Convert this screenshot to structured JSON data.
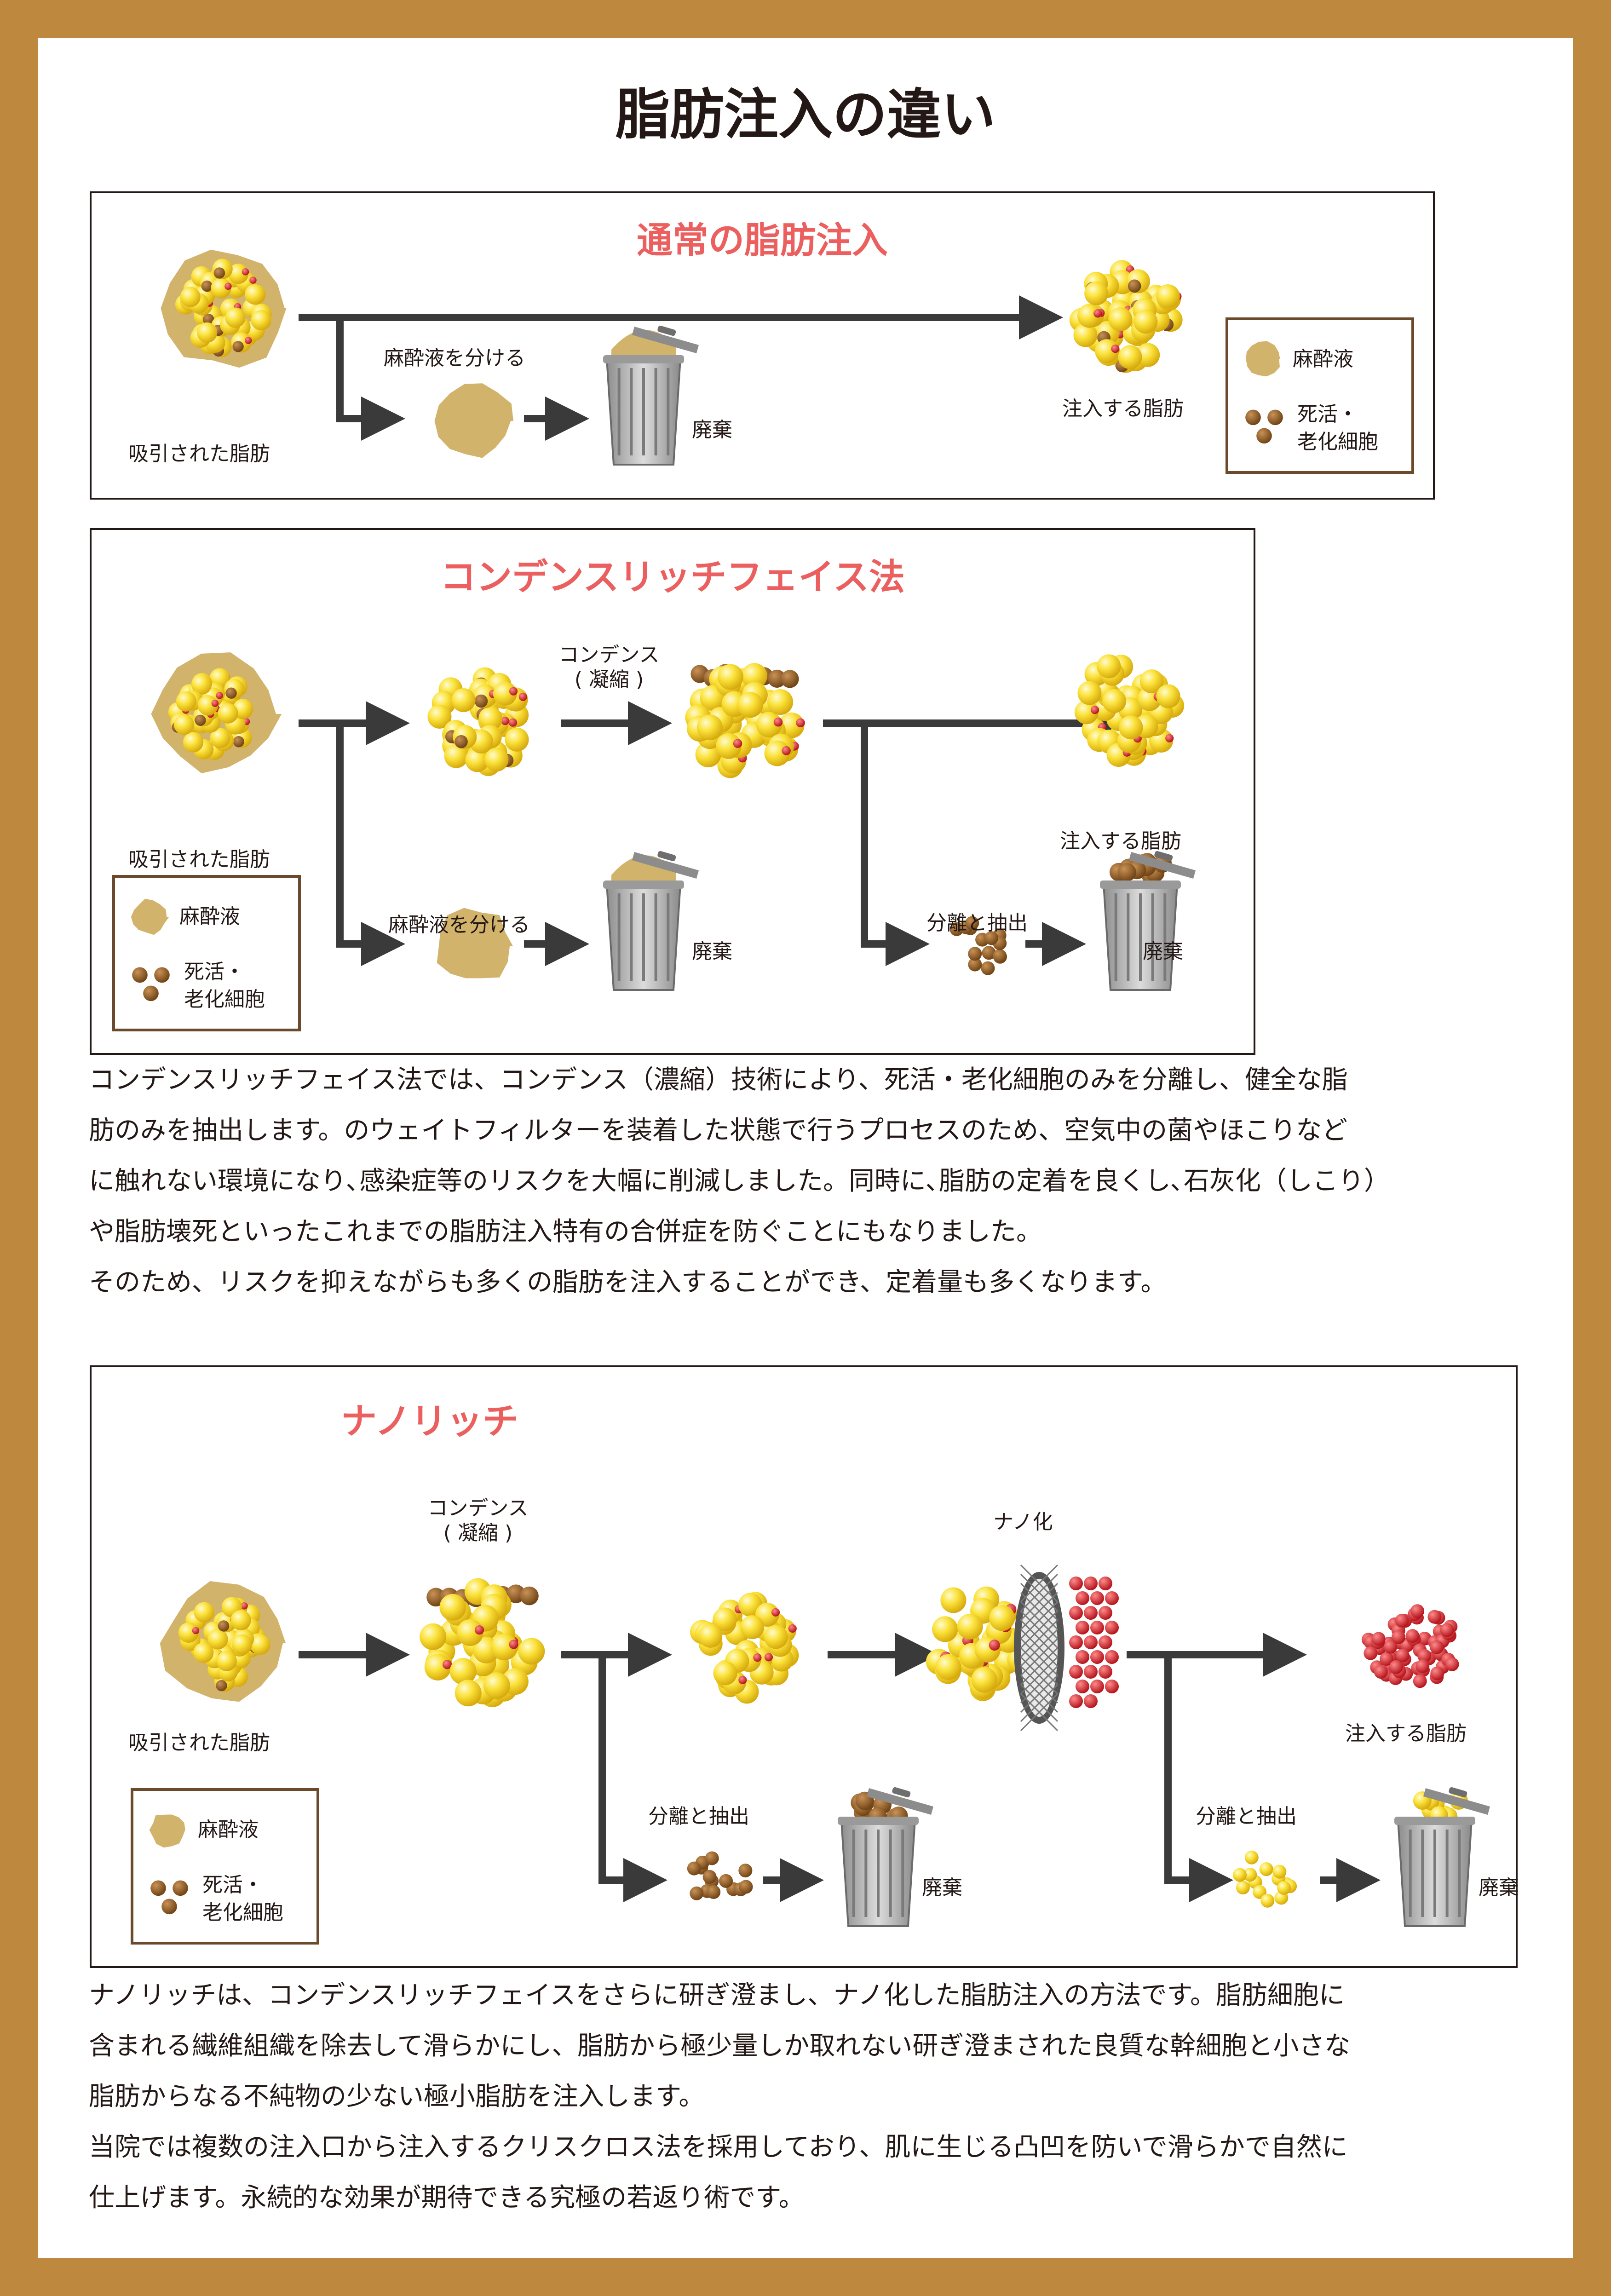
{
  "title": "脂肪注入の違い",
  "legend": {
    "anesthetic": "麻酔液",
    "dead_cells": "死活・\n老化細胞"
  },
  "section1": {
    "title": "通常の脂肪注入",
    "aspirated": "吸引された脂肪",
    "separate": "麻酔液を分ける",
    "discard": "廃棄",
    "inject": "注入する脂肪"
  },
  "section2": {
    "title": "コンデンスリッチフェイス法",
    "aspirated": "吸引された脂肪",
    "condense": "コンデンス\n( 凝縮 )",
    "inject": "注入する脂肪",
    "separate": "麻酔液を分ける",
    "discard1": "廃棄",
    "extract": "分離と抽出",
    "discard2": "廃棄"
  },
  "paragraph1": "コンデンスリッチフェイス法では、コンデンス（濃縮）技術により、死活・老化細胞のみを分離し、健全な脂\n肪のみを抽出します。のウェイトフィルターを装着した状態で行うプロセスのため、空気中の菌やほこりなど\nに触れない環境になり､感染症等のリスクを大幅に削減しました。同時に､脂肪の定着を良くし､石灰化（しこり）\nや脂肪壊死といったこれまでの脂肪注入特有の合併症を防ぐことにもなりました。\nそのため、リスクを抑えながらも多くの脂肪を注入することができ、定着量も多くなります。",
  "section3": {
    "title": "ナノリッチ",
    "aspirated": "吸引された脂肪",
    "condense": "コンデンス\n( 凝縮 )",
    "nano": "ナノ化",
    "inject": "注入する脂肪",
    "extract1": "分離と抽出",
    "discard1": "廃棄",
    "extract2": "分離と抽出",
    "discard2": "廃棄"
  },
  "paragraph2": "ナノリッチは、コンデンスリッチフェイスをさらに研ぎ澄まし、ナノ化した脂肪注入の方法です。脂肪細胞に\n含まれる繊維組織を除去して滑らかにし、脂肪から極少量しか取れない研ぎ澄まされた良質な幹細胞と小さな\n脂肪からなる不純物の少ない極小脂肪を注入します。\n当院では複数の注入口から注入するクリスクロス法を採用しており、肌に生じる凸凹を防いで滑らかで自然に\n仕上げます。永続的な効果が期待できる究極の若返り術です。",
  "colors": {
    "frame": "#be883f",
    "accent": "#ec5f5f",
    "fat": "#f5d21c",
    "red": "#d8232a",
    "brown": "#8a5a22",
    "tan": "#d2b36b"
  }
}
